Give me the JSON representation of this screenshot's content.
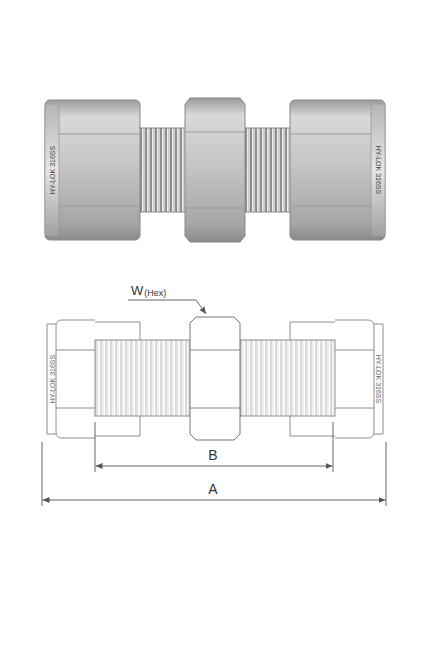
{
  "diagram": {
    "labels": [
      "HY-LOK 316SS",
      "HY-LOK 316SS",
      "HY-LOK 316SS",
      "HY-LOK 316SS",
      "W",
      "(Hex)",
      "B",
      "A"
    ]
  }
}
